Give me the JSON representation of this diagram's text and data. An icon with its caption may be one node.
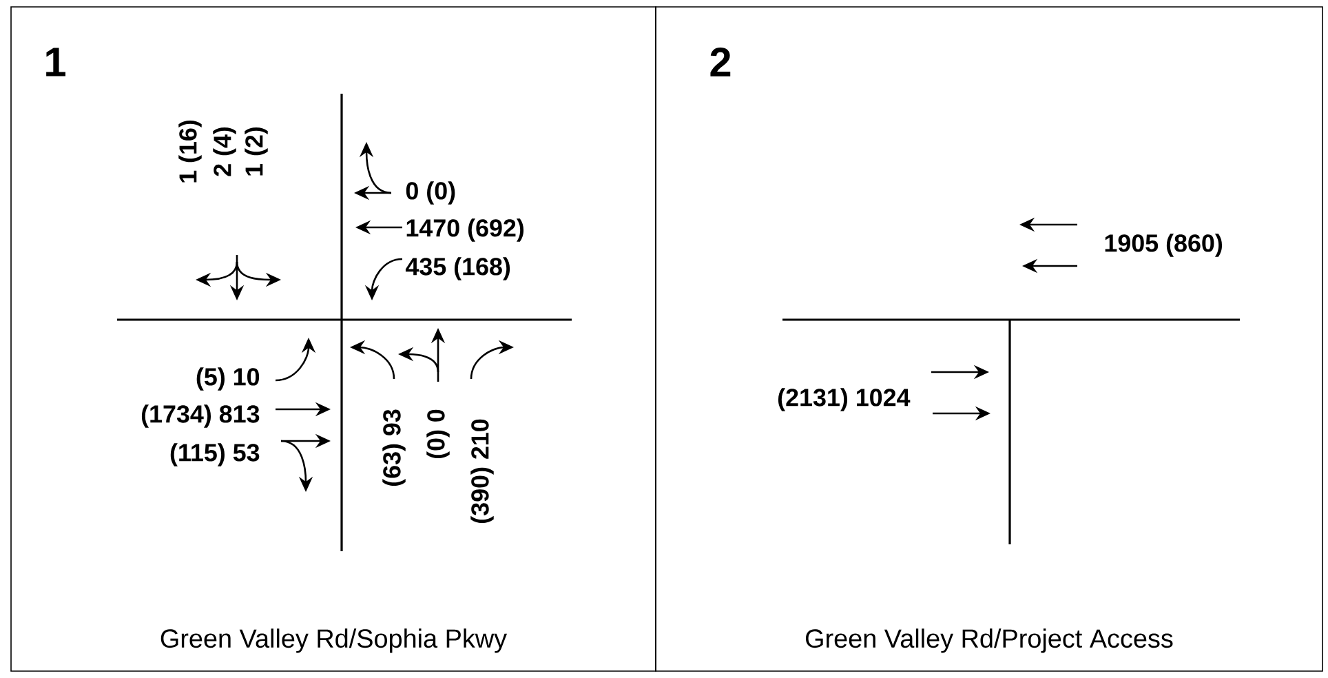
{
  "diagram": {
    "nodes": [
      {
        "text": [
          "1",
          "Green Valley Rd/Sophia Pkwy"
        ]
      },
      {
        "text": [
          "2",
          "Green Valley Rd/Project Access"
        ]
      }
    ],
    "labels": [
      "1 (16)",
      "2 (4)",
      "1 (2)",
      "0 (0)",
      "1470 (692)",
      "435 (168)",
      "(5) 10",
      "(1734) 813",
      "(115) 53",
      "(63) 93",
      "(0) 0",
      "(390) 210",
      "1905 (860)",
      "(2131) 1024"
    ]
  }
}
